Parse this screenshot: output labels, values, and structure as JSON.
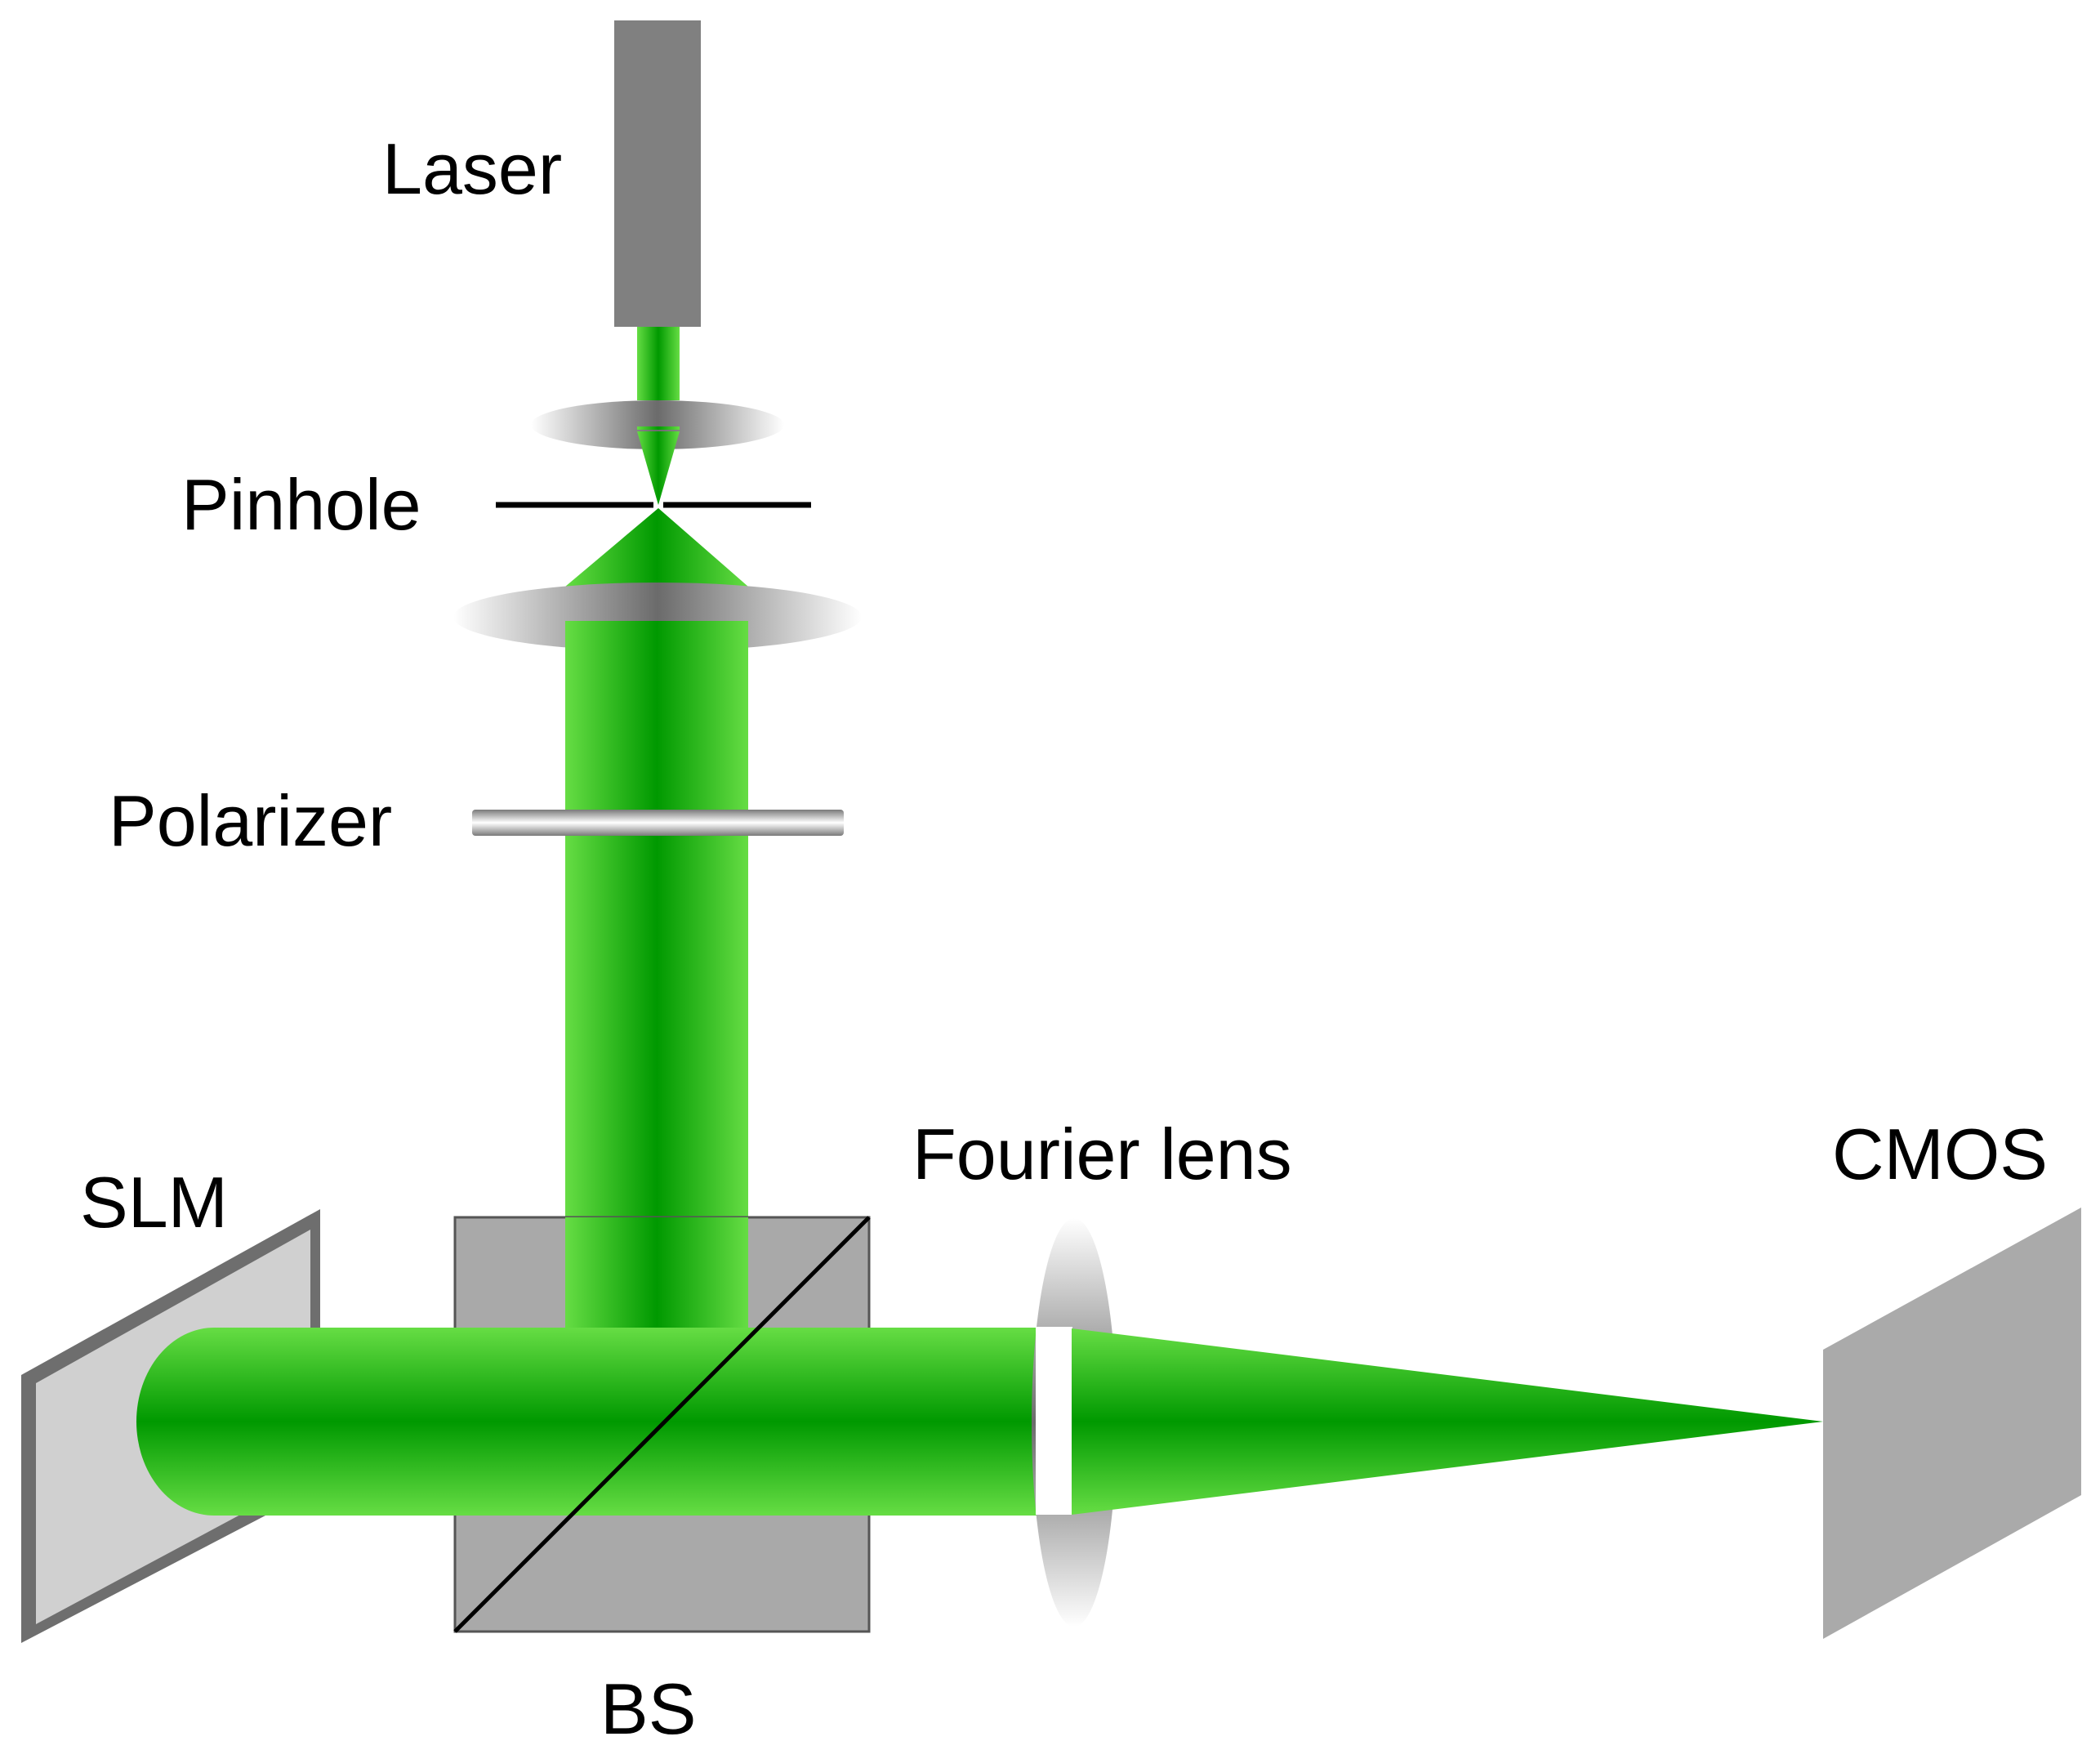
{
  "labels": {
    "laser": "Laser",
    "pinhole": "Pinhole",
    "polarizer": "Polarizer",
    "slm": "SLM",
    "bs": "BS",
    "fourier_lens": "Fourier lens",
    "cmos": "CMOS"
  },
  "colors": {
    "beam_light": "#66dd44",
    "beam_dark": "#009900",
    "laser_body": "#808080",
    "bs_cube": "#a9a9a9",
    "slm_frame": "#6e6e6e",
    "slm_face": "#d0d0d0",
    "cmos": "#aaaaaa",
    "line": "#000000"
  }
}
